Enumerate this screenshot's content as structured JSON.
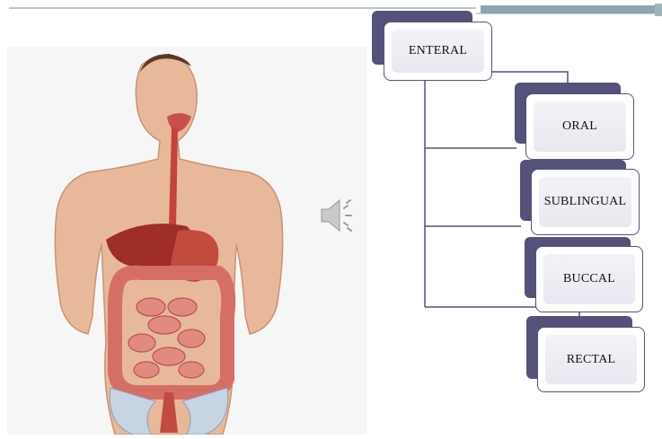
{
  "diagram": {
    "root": {
      "label": "ENTERAL"
    },
    "children": [
      {
        "label": "ORAL"
      },
      {
        "label": "SUBLINGUAL"
      },
      {
        "label": "BUCCAL"
      },
      {
        "label": "RECTAL"
      }
    ]
  },
  "colors": {
    "node_accent": "#54527a",
    "node_face": "#efeef4",
    "connector": "#54527a",
    "header_bar": "#8fa5ad"
  },
  "icons": [
    "speaker-icon",
    "anatomy-illustration"
  ]
}
